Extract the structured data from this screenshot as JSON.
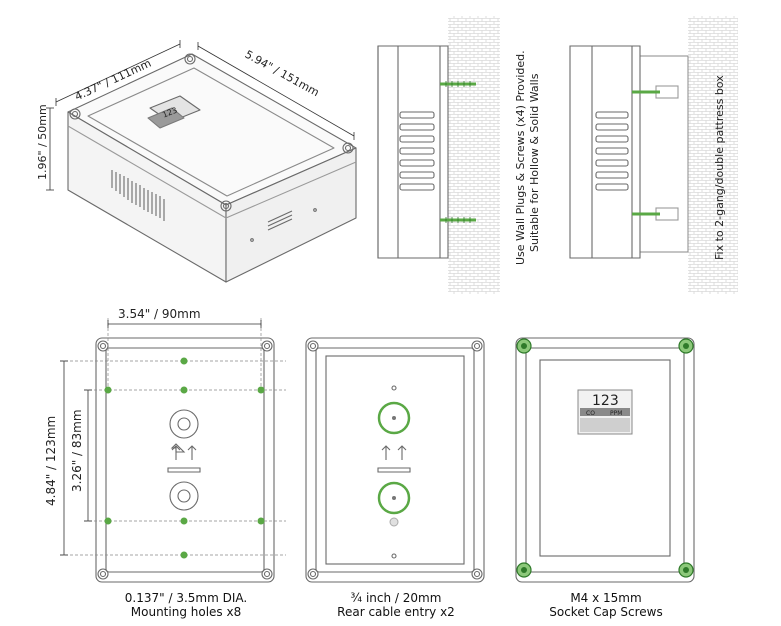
{
  "iso_view": {
    "depth_label": "4.37\" / 111mm",
    "width_label": "5.94\" / 151mm",
    "height_label": "1.96\" / 50mm",
    "screen_value": "123"
  },
  "side_view_left": {
    "note_line1": "Use Wall Plugs & Screws (x4) Provided.",
    "note_line2": "Suitable for Hollow & Solid Walls"
  },
  "side_view_right": {
    "note": "Fix to 2-gang/double pattress box"
  },
  "front_view_holes": {
    "hole_spacing_h": "3.54\" / 90mm",
    "hole_spacing_v_outer": "4.84\" / 123mm",
    "hole_spacing_v_inner": "3.26\" / 83mm",
    "caption_line1": "0.137\" / 3.5mm DIA.",
    "caption_line2": "Mounting holes x8"
  },
  "front_view_cable": {
    "caption_line1": "¾ inch / 20mm",
    "caption_line2": "Rear cable entry x2"
  },
  "front_view_screws": {
    "screen_value": "123",
    "screen_left": "CO",
    "screen_right": "PPM",
    "caption_line1": "M4 x 15mm",
    "caption_line2": "Socket Cap Screws"
  },
  "colors": {
    "line": "#6a6a6a",
    "green": "#5aa845",
    "green_dark": "#2f7a2a",
    "green_light": "#8cc87a",
    "wall_hatch": "#bdbdbd"
  }
}
